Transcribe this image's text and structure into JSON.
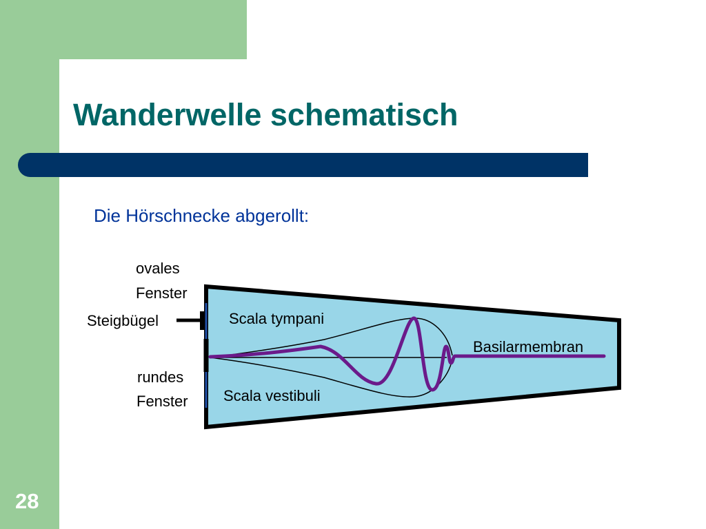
{
  "slide": {
    "title": "Wanderwelle schematisch",
    "subtitle": "Die Hörschnecke abgerollt:",
    "page_number": "28"
  },
  "diagram": {
    "labels": {
      "oval_window_line1": "ovales",
      "oval_window_line2": "Fenster",
      "stapes": "Steigbügel",
      "round_window_line1": "rundes",
      "round_window_line2": "Fenster",
      "scala_top": "Scala tympani",
      "scala_bottom": "Scala vestibuli",
      "basilar_membrane": "Basilarmembran"
    },
    "colors": {
      "fluid": "#99d6e8",
      "outline": "#000000",
      "wave": "#6b1a8a",
      "windows": "#1f4fa8",
      "title": "#006666",
      "title_bar": "#003366",
      "subtitle": "#003399",
      "sidebar": "#99cc99"
    }
  }
}
